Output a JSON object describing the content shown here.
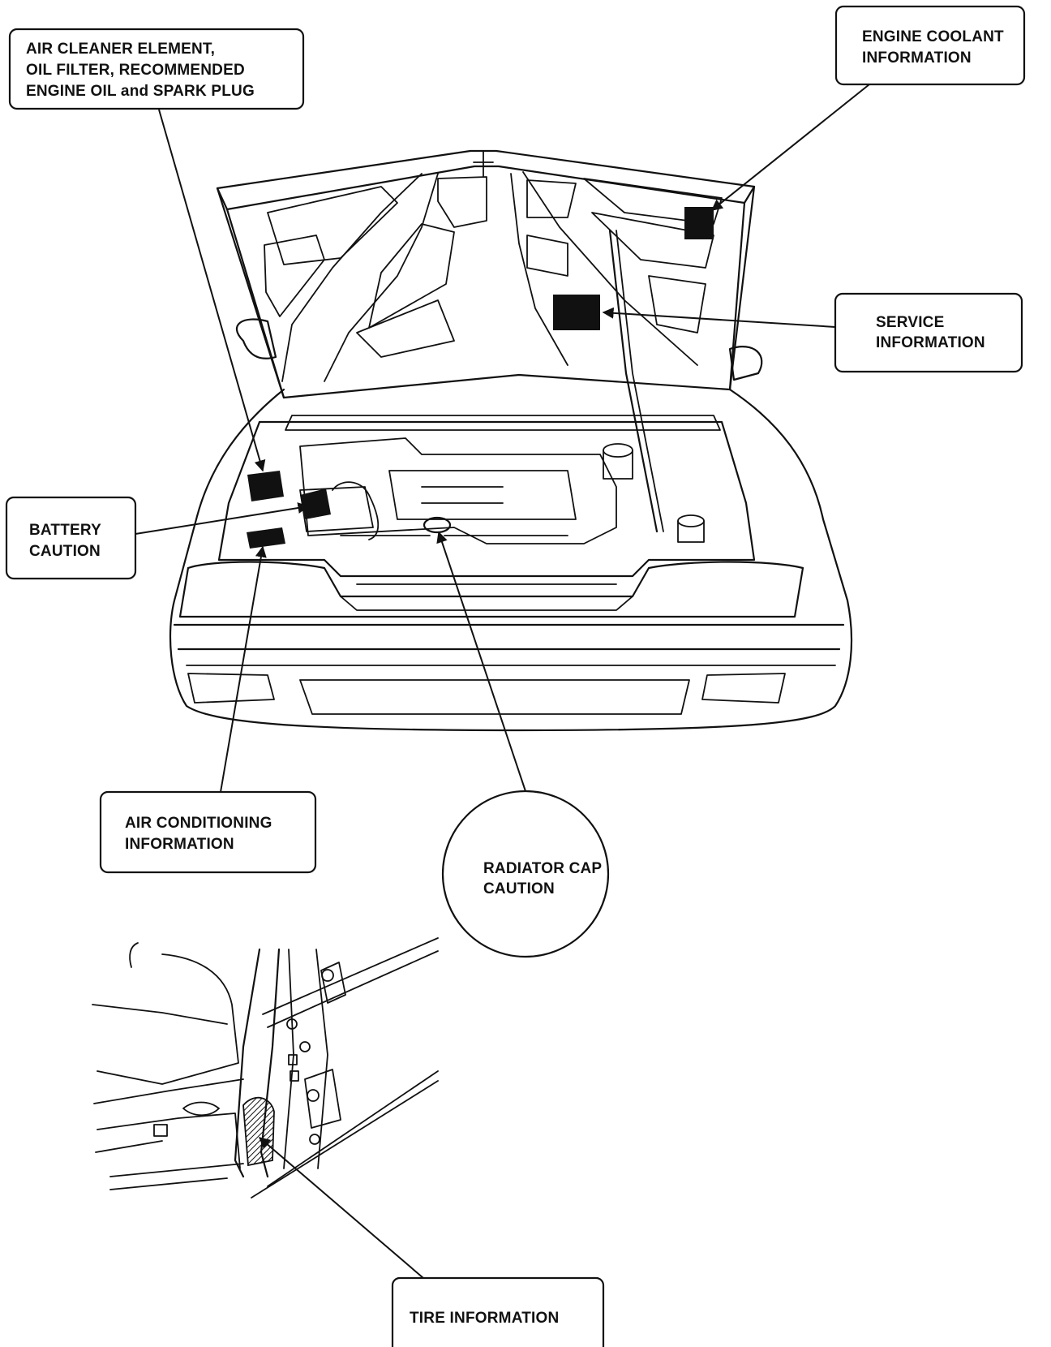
{
  "callouts": {
    "air_cleaner": [
      "AIR CLEANER ELEMENT,",
      "OIL FILTER, RECOMMENDED",
      "ENGINE OIL and SPARK PLUG"
    ],
    "engine_coolant": [
      "ENGINE COOLANT",
      "INFORMATION"
    ],
    "service": [
      "SERVICE",
      "INFORMATION"
    ],
    "battery": [
      "BATTERY",
      "CAUTION"
    ],
    "air_conditioning": [
      "AIR CONDITIONING",
      "INFORMATION"
    ],
    "radiator_cap": [
      "RADIATOR CAP",
      "CAUTION"
    ],
    "tire": [
      "TIRE INFORMATION"
    ]
  },
  "colors": {
    "ink": "#111111",
    "paper": "#ffffff"
  }
}
